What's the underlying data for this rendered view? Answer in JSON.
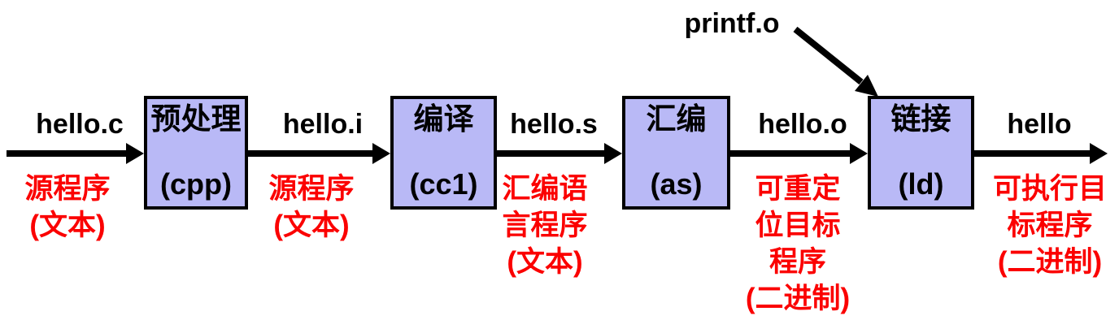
{
  "colors": {
    "box_fill": "#b9b9f6",
    "box_border": "#000000",
    "arrow_color": "#000000",
    "file_color": "#000000",
    "artifact_color": "#fb0000",
    "canvas_bg": "#ffffff"
  },
  "stages": [
    {
      "box": {
        "title": "预处理",
        "tool": "(cpp)"
      }
    },
    {
      "box": {
        "title": "编译",
        "tool": "(cc1)"
      }
    },
    {
      "box": {
        "title": "汇编",
        "tool": "(as)"
      }
    },
    {
      "box": {
        "title": "链接",
        "tool": "(ld)"
      }
    }
  ],
  "flows": [
    {
      "file": "hello.c",
      "artifact": "源程序\n(文本)"
    },
    {
      "file": "hello.i",
      "artifact": "源程序\n(文本)"
    },
    {
      "file": "hello.s",
      "artifact": "汇编语\n言程序\n(文本)"
    },
    {
      "file": "hello.o",
      "artifact": "可重定\n位目标\n程序\n(二进制)"
    },
    {
      "file": "hello",
      "artifact": "可执行目\n标程序\n(二进制)"
    }
  ],
  "extra_input": {
    "file": "printf.o"
  }
}
